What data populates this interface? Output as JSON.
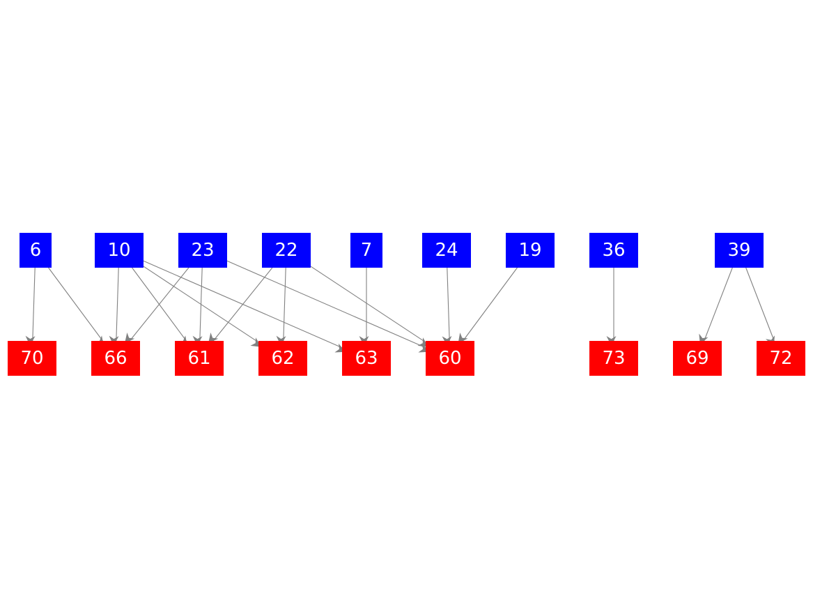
{
  "colors": {
    "source": "#0000ff",
    "target": "#ff0000",
    "edge": "#808080",
    "label": "#ffffff"
  },
  "source_nodes": [
    "6",
    "10",
    "23",
    "22",
    "7",
    "24",
    "19",
    "36",
    "39"
  ],
  "target_nodes": [
    "70",
    "66",
    "61",
    "62",
    "63",
    "60",
    "73",
    "69",
    "72"
  ],
  "edges": [
    [
      "6",
      "70"
    ],
    [
      "6",
      "66"
    ],
    [
      "10",
      "66"
    ],
    [
      "10",
      "61"
    ],
    [
      "10",
      "62"
    ],
    [
      "10",
      "63"
    ],
    [
      "23",
      "66"
    ],
    [
      "23",
      "61"
    ],
    [
      "23",
      "60"
    ],
    [
      "22",
      "61"
    ],
    [
      "22",
      "62"
    ],
    [
      "22",
      "60"
    ],
    [
      "7",
      "63"
    ],
    [
      "24",
      "60"
    ],
    [
      "19",
      "60"
    ],
    [
      "36",
      "73"
    ],
    [
      "39",
      "69"
    ],
    [
      "39",
      "72"
    ]
  ]
}
